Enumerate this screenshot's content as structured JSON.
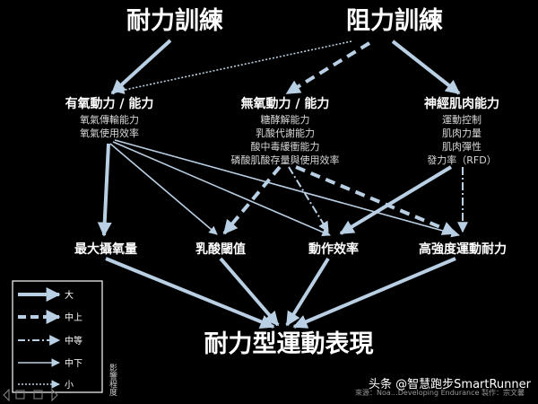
{
  "top": {
    "endurance_training": "耐力訓練",
    "resistance_training": "阻力訓練"
  },
  "middle": {
    "aerobic": {
      "title": "有氧動力 / 能力",
      "items": [
        "氧氣傳輸能力",
        "氧氣使用效率"
      ]
    },
    "anaerobic": {
      "title": "無氧動力 / 能力",
      "items": [
        "糖酵解能力",
        "乳酸代謝能力",
        "酸中毒緩衝能力",
        "磷酸肌酸存量與使用效率"
      ]
    },
    "neuromuscular": {
      "title": "神經肌肉能力",
      "items": [
        "運動控制",
        "肌肉力量",
        "肌肉彈性",
        "發力率（RFD）"
      ]
    }
  },
  "factors": {
    "vo2max": "最大攝氧量",
    "lactate_threshold": "乳酸閾值",
    "movement_efficiency": "動作效率",
    "high_intensity_endurance": "高強度運動耐力"
  },
  "outcome": "耐力型運動表現",
  "legend": {
    "title": "影響程度",
    "items": [
      {
        "label": "大",
        "style": "solid-thick"
      },
      {
        "label": "中上",
        "style": "dashed-thick"
      },
      {
        "label": "中等",
        "style": "dashdot"
      },
      {
        "label": "中下",
        "style": "solid-thin"
      },
      {
        "label": "小",
        "style": "dotted"
      }
    ]
  },
  "footer": {
    "source_faint": "來源：Noa…Developing Endurance 製作：宗文馨",
    "watermark": "头条 @智慧跑步SmartRunner"
  },
  "colors": {
    "background": "#000000",
    "arrow": "#b9cfe3",
    "text": "#ffffff"
  }
}
